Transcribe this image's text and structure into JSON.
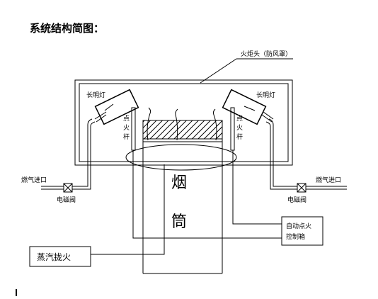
{
  "title": "系统结构简图：",
  "labels": {
    "torch_head": "火炬头（防风罩）",
    "pilot_light": "长明灯",
    "igniter_chars": [
      "点",
      "火",
      "杆"
    ],
    "chimney_chars": [
      "烟",
      "筒"
    ],
    "gas_inlet": "燃气进口",
    "solenoid_valve": "电磁阀",
    "auto_ignition_line1": "自动点火",
    "auto_ignition_line2": "控制箱",
    "steam_ignition": "蒸汽拢火"
  },
  "colors": {
    "line": "#000000",
    "background": "#ffffff"
  }
}
